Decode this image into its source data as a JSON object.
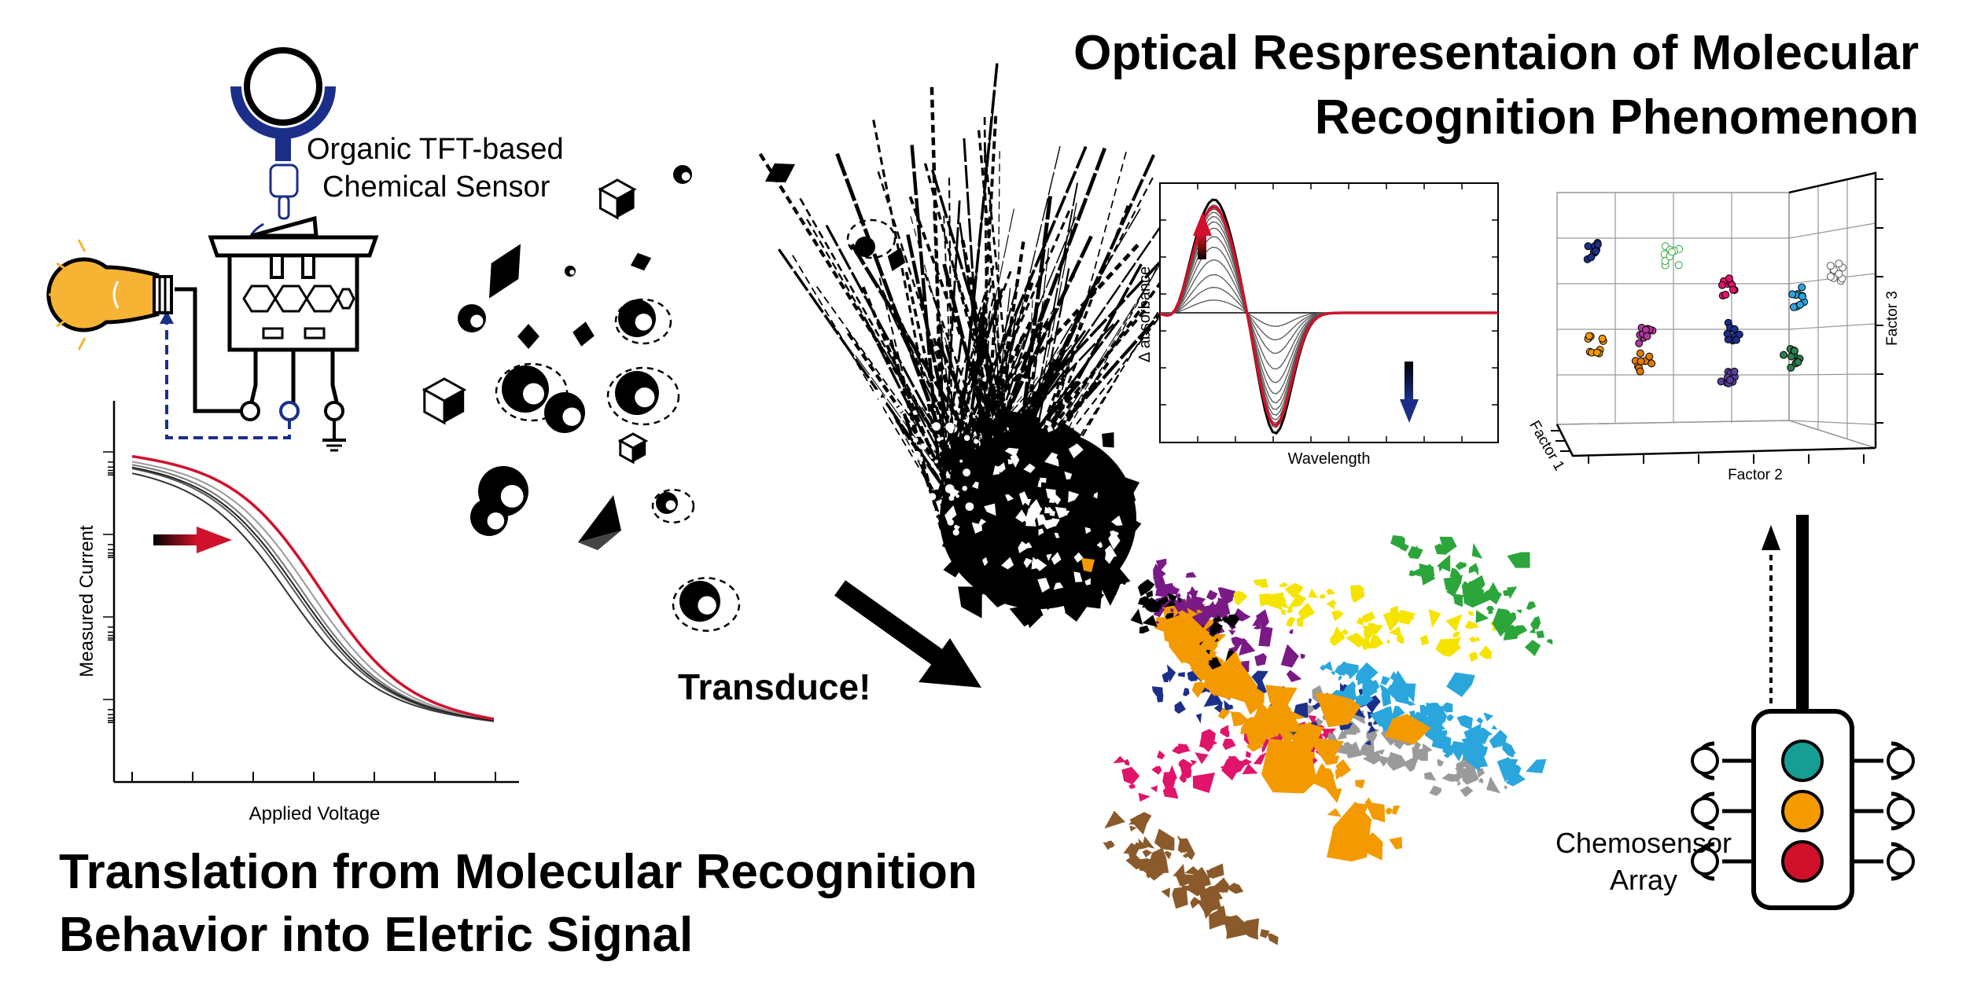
{
  "headings": {
    "optical_line1": "Optical Respresentaion of Molecular",
    "optical_line2": "Recognition Phenomenon",
    "translation_line1": "Translation from Molecular Recognition",
    "translation_line2": "Behavior into Eletric Signal"
  },
  "sensor": {
    "title_line1": "Organic TFT-based",
    "title_line2": "Chemical Sensor"
  },
  "transduce_label": "Transduce!",
  "array": {
    "label_line1": "Chemosensor",
    "label_line2": "Array",
    "lights": [
      "#169e94",
      "#f29a00",
      "#d0112b"
    ]
  },
  "colors": {
    "highlight_red": "#d0112b",
    "arrow_blue": "#1b2f8a",
    "bulb_yellow": "#f7b334",
    "fragments": [
      "#f29a00",
      "#7a1a86",
      "#1b2f8a",
      "#2aa6dd",
      "#f5e400",
      "#2ca53b",
      "#e0146a",
      "#8b5a2b",
      "#9a9a9a",
      "#000000"
    ]
  },
  "charts": {
    "iv": {
      "xlabel": "Applied Voltage",
      "ylabel": "Measured Current",
      "log_y": true,
      "highlight_curve": "red"
    },
    "absorbance": {
      "xlabel": "Wavelength",
      "ylabel": "Δ absorbance",
      "highlight_curve": "red"
    },
    "pca": {
      "type": "scatter",
      "axes": [
        "Factor 1",
        "Factor 2",
        "Factor 3"
      ],
      "clusters": [
        {
          "color": "#1b2f8a",
          "fill": true
        },
        {
          "color": "#2ca53b",
          "fill": false
        },
        {
          "color": "#e0146a",
          "fill": true
        },
        {
          "color": "#ffffff",
          "fill": false
        },
        {
          "color": "#2aa6dd",
          "fill": true
        },
        {
          "color": "#f29a00",
          "fill": true
        },
        {
          "color": "#b0369a",
          "fill": true
        },
        {
          "color": "#1b2f8a",
          "fill": true
        },
        {
          "color": "#5a3f9a",
          "fill": true
        },
        {
          "color": "#2e7d4f",
          "fill": true
        },
        {
          "color": "#e07b00",
          "fill": true
        }
      ]
    }
  }
}
